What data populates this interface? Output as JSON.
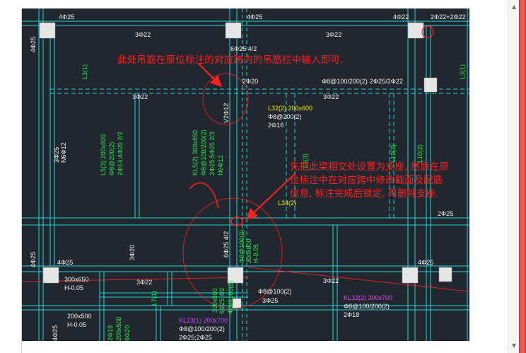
{
  "colors": {
    "background": "#21262f",
    "beam_line": "#22d6d6",
    "column_fill": "#e6e6e6",
    "note_red": "#ff2020",
    "label_white": "#f2f2f2",
    "label_green": "#22e84a",
    "label_yellow": "#f0f000",
    "label_magenta": "#e24be2",
    "label_purple": "#c94fff"
  },
  "annotations": {
    "top_note": "此处吊筋在原位标注的对应跨内的吊筋栏中输入即可.",
    "bottom_note_lines": [
      "先把此梁相交处设置为支座, 然后在原",
      "位标注中在对应跨中修改截面及配筋",
      "信息, 标注完成后锁定, 再删除支座."
    ]
  },
  "cad_labels": {
    "top_4c25_left": "4Φ25",
    "top_4c25_mid": "4Φ25",
    "top_4c22_right": "4Φ22",
    "top_2c22_2c22": "2Φ22+2Φ22",
    "c3c22_a": "3Φ22",
    "c6c25_4_2": "6Φ25 4/2",
    "l3_left": "L3(1)",
    "l3_right": "L3(1)",
    "c4c25_vertical_left": "4Φ25",
    "c3c22_b": "3Φ22",
    "v2c12": "V2Φ12",
    "c2c20": "2Φ20",
    "c8_100_200_2_mid": "Φ8@100/200(2)",
    "c2c25_2c22": "2Φ25/2Φ22",
    "l32_2_200x600": "L32(2) 200x600",
    "c8_200_2": "Φ8@200(2)",
    "c2c16": "2Φ16",
    "c3c25_vertical": "3Φ25",
    "n6c12": "N6Φ12",
    "l5_3_200x600": "L5(3) 200x600",
    "c8_200_2_green": "Φ8@200(2)",
    "c2c14_4c20": "2Φ14;4Φ20 2/2",
    "kl5_2_300x650": "KL5(2) 300x650",
    "c8_100_200_2_green": "Φ8@100/200(2)",
    "c2c25_5c25": "2Φ25;5Φ25 2/3",
    "n6c12_green": "N6Φ12",
    "l3_3_vertical": "L3(3)",
    "l34": "L34(2)",
    "l10_vertical": "L10(2)",
    "l10_vertical_b": "L10(2)",
    "c2c25_right": "2Φ25",
    "c4c25_mid_left": "4Φ25",
    "c3c20": "3Φ20",
    "c6c25_4_2_b": "6Φ25 4/2",
    "c8_100_2_vertical": "Φ8@100(2)",
    "c300x800": "300x800",
    "h_0_05": "H-0.05",
    "c4c25_right": "4Φ25",
    "c4c25_vertical_left_b": "4Φ25",
    "c300x650": "300x650",
    "h_0_05_b": "H-0.05",
    "c3c22_c": "3Φ22",
    "l7": "L7(1)",
    "c300x800_b": "300x800",
    "c6c25_b": "6Φ25 4/2",
    "c8_100_2_b": "Φ8@100(2)",
    "c8_100_2_c": "Φ8@100(2)",
    "c3c25_b": "3Φ25",
    "c3c22_d": "3Φ22",
    "kl32_2_300x700": "KL32(2) 300x700",
    "c8_100_200_2_b": "Φ8@100/200(2)",
    "c2c18": "2Φ18",
    "c200x500": "200x500",
    "h_0_05_c": "H-0.05",
    "kl23_1_200x700": "KL23(1) 200x700",
    "c8_100_200_2_c": "Φ8@100/200(2)",
    "c2c25_2c25": "2Φ25;2Φ25",
    "c2c18_vert": "2Φ18",
    "c200x500_vert": "200x500",
    "c6c20": "6Φ20"
  }
}
